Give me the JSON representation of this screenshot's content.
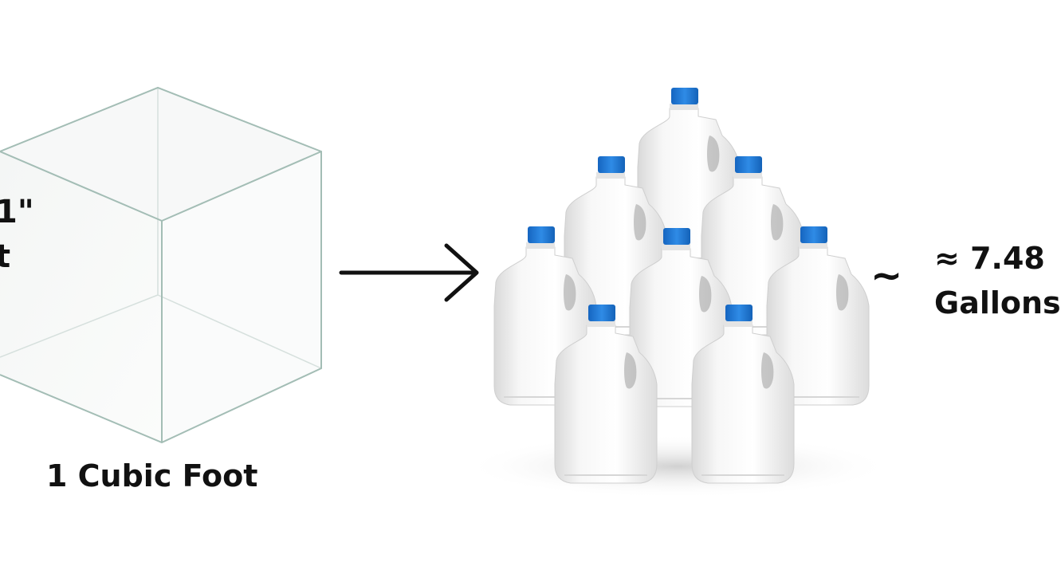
{
  "cube": {
    "side_label_lines": [
      "1\"",
      "t"
    ],
    "caption": "1 Cubic Foot"
  },
  "result": {
    "approx_symbol": "~",
    "value_lines": [
      "≈ 7.48",
      "Gallons"
    ]
  },
  "jug_count": 8,
  "colors": {
    "cap": "#1e78d0",
    "jug_body": "#eeeeee",
    "cube_edge": "#9fbab2",
    "text": "#111111",
    "arrow": "#111111"
  }
}
